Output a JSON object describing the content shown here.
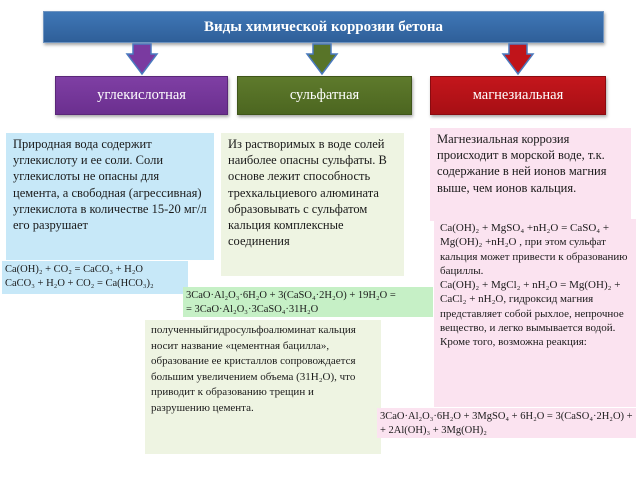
{
  "title": "Виды химической коррозии бетона",
  "categories": {
    "carbonic": "углекислотная",
    "sulfate": "сульфатная",
    "magnesium": "магнезиальная"
  },
  "boxes": {
    "carbonic": "Природная вода содержит углекислоту и ее соли. Соли углекислоты не опасны для цемента, а свободная (агрессивная) углекислота в количестве 15-20 мг/л его разрушает",
    "sulfate": "Из растворимых в воде солей наиболее опасны сульфаты. В основе лежит способность трехкальциевого алюмината образовывать с сульфатом кальция комплексные соединения",
    "magnesium": "Магнезиальная коррозия происходит в морской воде, т.к. содержание в ней ионов магния выше, чем ионов кальция.",
    "sulfoaluminate": "полученныйгидросульфоалюминат кальция носит название «цементная бацилла», образование ее кристаллов сопровождается большим увеличением объема (31Н₂О), что приводит к образованию трещин и разрушению цемента."
  },
  "equations": {
    "carbonic_line1": "Ca(OH)₂ + CO₂ = CaCO₃ + H₂O",
    "carbonic_line2": "CaCO₃ + H₂O + CO₂ = Ca(HCO₃)₂",
    "sulfate_line1": "3CaO·Al₂O₃·6H₂O + 3(CaSO₄·2H₂O) + 19H₂O =",
    "sulfate_line2": "= 3CaO·Al₂O₃·3CaSO₄·31H₂O",
    "magnesium_line1": "3CaO·Al₂O₃·6H₂O + 3MgSO₄ + 6H₂O = 3(CaSO₄·2H₂O) +",
    "magnesium_line2": "+ 2Al(OH)₃ + 3Mg(OH)₂"
  },
  "mg_reactions": {
    "p1": "Ca(OH)₂ + MgSO₄ +nH₂O = CaSO₄ + Mg(OH)₂ +nH₂O , при этом сульфат кальция может привести к образованию бациллы.",
    "p2": "Ca(OH)₂ + MgCl₂ + nH₂O = Mg(OH)₂ + CaCl₂ + nH₂O, гидроксид магния представляет собой рыхлое, непрочное вещество, и легко вымывается водой.",
    "p3": "Кроме того, возможна реакция:"
  },
  "colors": {
    "title": "#3a6eaa",
    "carbonic": "#7a3aa0",
    "sulfate": "#587428",
    "magnesium": "#c0141a",
    "blue_box": "#c7e8f8",
    "green_box": "#eef4e2",
    "pink_box": "#fbe3f0"
  }
}
